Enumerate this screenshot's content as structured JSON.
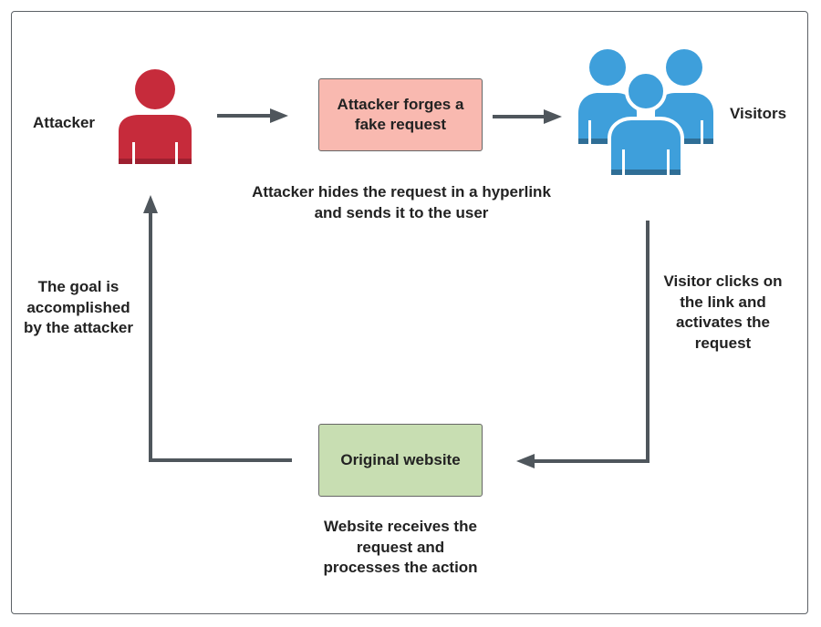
{
  "nodes": {
    "attacker": {
      "label": "Attacker",
      "icon": "person-icon",
      "color": "#c62b3b",
      "shadow": "#9e2030"
    },
    "visitors": {
      "label": "Visitors",
      "icon": "group-icon",
      "color": "#3e9fdb",
      "shadow": "#2f6e96"
    },
    "forge": {
      "label": "Attacker forges a fake request",
      "fill": "#f9b9b0"
    },
    "website": {
      "label": "Original website",
      "fill": "#c8deb2"
    }
  },
  "edges": {
    "hide": "Attacker hides the request in a hyperlink and sends it to the user",
    "click": "Visitor clicks on the link and activates the request",
    "process": "Website receives the request and processes the action",
    "goal": "The goal is accomplished by the attacker"
  },
  "line_color": "#4f565c"
}
